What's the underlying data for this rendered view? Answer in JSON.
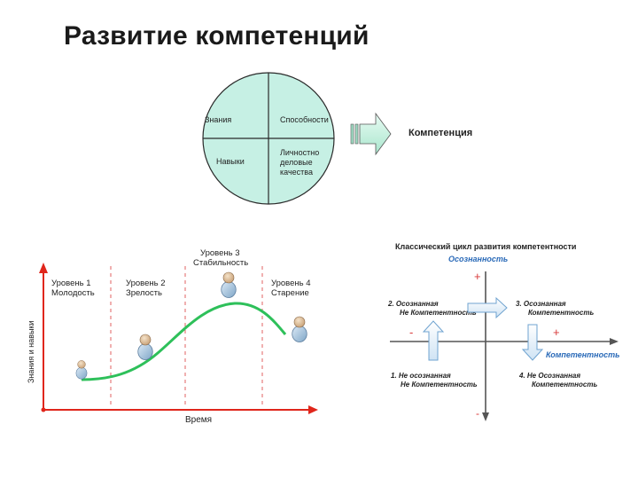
{
  "title": "Развитие компетенций",
  "circle": {
    "quadrants": [
      "Знания",
      "Способности",
      "Навыки",
      "Личностно",
      "деловые",
      "качества"
    ],
    "arrow_label": "Компетенция"
  },
  "curve": {
    "y_label": "Знания и навыки",
    "x_label": "Время",
    "levels": [
      {
        "line1": "Уровень 1",
        "line2": "Молодость"
      },
      {
        "line1": "Уровень 2",
        "line2": "Зрелость"
      },
      {
        "line1": "Уровень 3",
        "line2": "Стабильность"
      },
      {
        "line1": "Уровень 4",
        "line2": "Старение"
      }
    ]
  },
  "cycle": {
    "title": "Классический цикл развития компетентности",
    "y_axis": "Осознанность",
    "x_axis": "Компетентность",
    "plus_top": "+",
    "minus_bottom": "-",
    "minus_left": "-",
    "plus_right": "+",
    "q2_line1": "2. Осознанная",
    "q2_line2": "Не Компетентность",
    "q3_line1": "3. Осознанная",
    "q3_line2": "Компетентность",
    "q1_line1": "1. Не осознанная",
    "q1_line2": "Не Компетентность",
    "q4_line1": "4. Не Осознанная",
    "q4_line2": "Компетентность"
  },
  "colors": {
    "circle_fill": "#c6f0e4",
    "curve": "#2ec05a",
    "axis_red": "#e0261b",
    "dashed": "#e06060",
    "cycle_axis": "#555555",
    "cycle_blue": "#2a6ab8",
    "cycle_red": "#d83a3a"
  }
}
